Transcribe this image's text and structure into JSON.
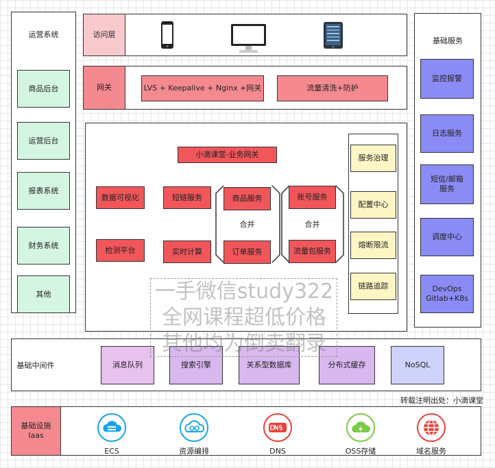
{
  "left_panel": {
    "title": "运营系统",
    "items": [
      "商品后台",
      "运营后台",
      "报表系统",
      "财务系统",
      "其他"
    ]
  },
  "right_panel": {
    "title": "基础服务",
    "items": [
      "监控报警",
      "日志服务",
      "短信/邮箱\n服务",
      "调度中心",
      "DevOps\nGitlab+K8s"
    ]
  },
  "access_layer": {
    "label": "访问层",
    "devices": [
      "phone-icon",
      "monitor-icon",
      "tablet-icon"
    ]
  },
  "gateway": {
    "label": "网关",
    "lvs": "LVS + Keepalive + Nginx +网关",
    "cleaning": "流量清洗+防护"
  },
  "business": {
    "gateway_title": "小滴课堂-业务网关",
    "col1": [
      "数据可视化",
      "检测平台"
    ],
    "col2": [
      "短链服务",
      "实时计算"
    ],
    "group_a": {
      "top": "商品服务",
      "bottom": "订单服务",
      "merge": "合并"
    },
    "group_b": {
      "top": "账号服务",
      "bottom": "流量包服务",
      "merge": "合并"
    },
    "governance": [
      "服务治理",
      "配置中心",
      "熔断限流",
      "链路追踪"
    ]
  },
  "middleware": {
    "label": "基础中间件",
    "items": [
      "消息队列",
      "搜索引擎",
      "关系型数据库",
      "分布式缓存",
      "NoSQL"
    ]
  },
  "watermark": {
    "lines": [
      "一手微信study322",
      "全网课程超低价格",
      "其他均为倒卖翻录"
    ]
  },
  "repost_note": "转载注明出处：小滴课堂",
  "infra": {
    "label": "基础设施\nIaas",
    "items": [
      {
        "name": "ECS",
        "icon": "ecs-cloud-icon",
        "color": "#1aa3e8"
      },
      {
        "name": "资源编排",
        "icon": "resource-orchestration-icon",
        "color": "#1aa3e8"
      },
      {
        "name": "DNS",
        "icon": "dns-icon",
        "color": "#e8443a"
      },
      {
        "name": "OSS存储",
        "icon": "oss-storage-icon",
        "color": "#7ac943"
      },
      {
        "name": "域名服务",
        "icon": "domain-globe-icon",
        "color": "#e8443a"
      }
    ]
  }
}
